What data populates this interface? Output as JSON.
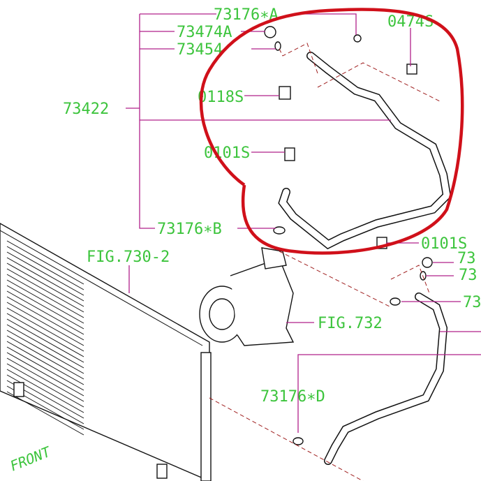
{
  "labels": {
    "a": "73176∗A",
    "b": "73474A",
    "c": "73454",
    "d": "0474S",
    "e": "0118S",
    "f": "73422",
    "g": "0101S",
    "h": "73176∗B",
    "i": "FIG.730-2",
    "j": "0101S",
    "k": "73",
    "l": "73",
    "m": "73",
    "n": "FIG.732",
    "o": "73176∗D",
    "p": "FRONT"
  },
  "colors": {
    "label": "#3cc43c",
    "leader": "#b0208a",
    "highlight": "#d0101a"
  }
}
